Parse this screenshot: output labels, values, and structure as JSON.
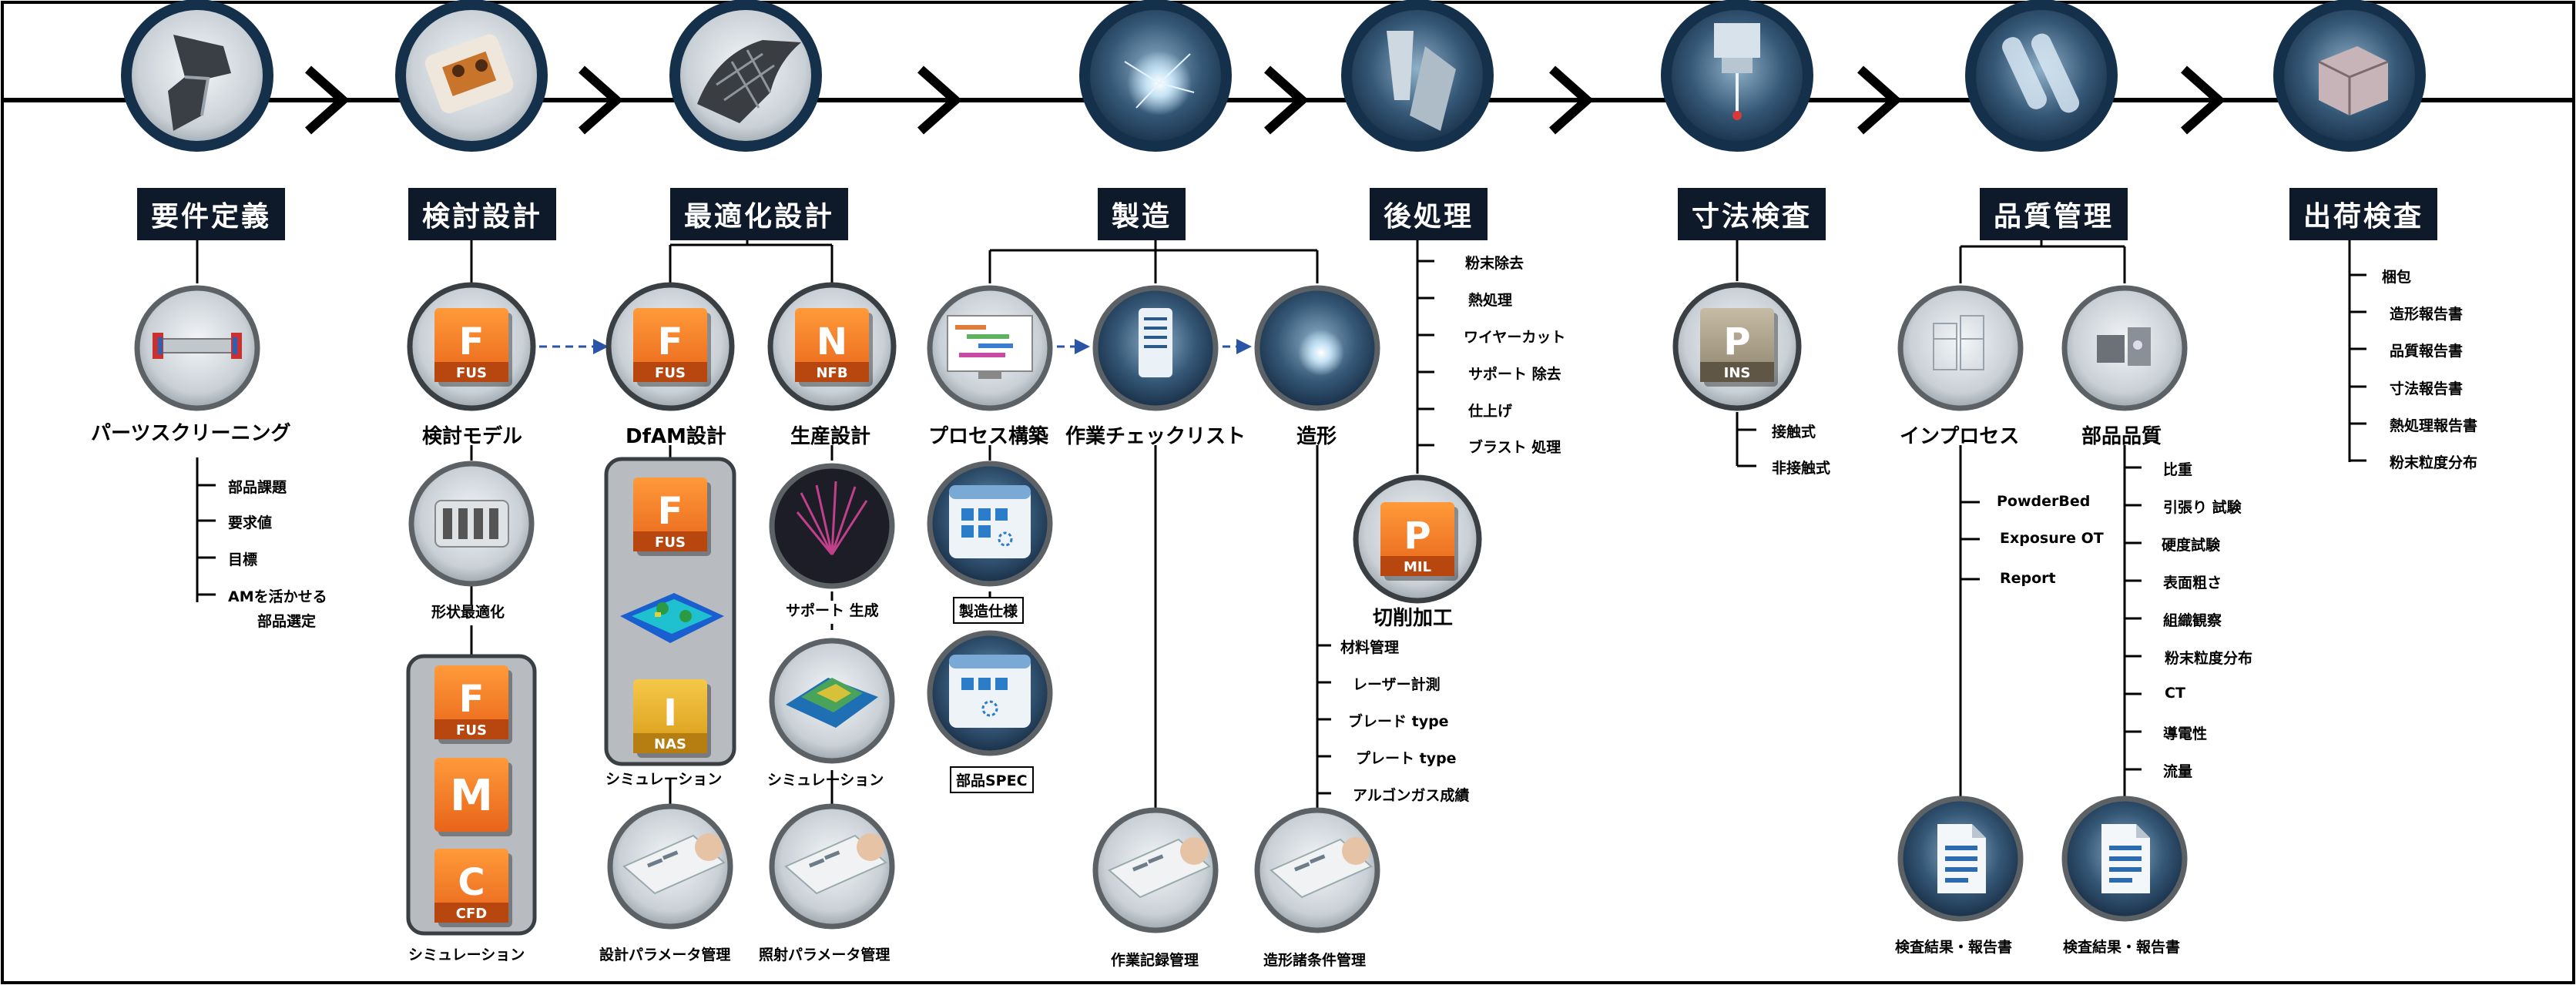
{
  "stages": [
    {
      "key": "requirement",
      "label": "要件定義"
    },
    {
      "key": "study",
      "label": "検討設計"
    },
    {
      "key": "optimize",
      "label": "最適化設計"
    },
    {
      "key": "manufacture",
      "label": "製造"
    },
    {
      "key": "post",
      "label": "後処理"
    },
    {
      "key": "dimension",
      "label": "寸法検査"
    },
    {
      "key": "quality",
      "label": "品質管理"
    },
    {
      "key": "shipping",
      "label": "出荷検査"
    }
  ],
  "apps": {
    "fus": {
      "letter": "F",
      "code": "FUS"
    },
    "nfb": {
      "letter": "N",
      "code": "NFB"
    },
    "nas": {
      "letter": "I",
      "code": "NAS"
    },
    "m": {
      "letter": "M"
    },
    "cfd": {
      "letter": "C",
      "code": "CFD"
    },
    "ins": {
      "letter": "P",
      "code": "INS"
    },
    "mil": {
      "letter": "P",
      "code": "MIL"
    }
  },
  "requirement": {
    "title": "パーツスクリーニング",
    "items": [
      "部品課題",
      "要求値",
      "目標",
      "AMを活かせる",
      "部品選定"
    ]
  },
  "study": {
    "model": "検討モデル",
    "shape_opt": "形状最適化",
    "simulation": "シミュレーション"
  },
  "optimize": {
    "dfam": "DfAM設計",
    "dfam_sim": "シミュレーション",
    "design_param": "設計パラメータ管理",
    "production": "生産設計",
    "support": "サポート 生成",
    "prod_sim": "シミュレーション",
    "irradiation": "照射パラメータ管理"
  },
  "manufacture": {
    "process": "プロセス構築",
    "spec1": "製造仕様",
    "spec2": "部品SPEC",
    "checklist": "作業チェックリスト",
    "work_record": "作業記録管理",
    "build": "造形",
    "build_items": [
      "材料管理",
      "レーザー計測",
      "ブレード type",
      "プレート type",
      "アルゴンガス成績"
    ],
    "build_record": "造形諸条件管理"
  },
  "post": {
    "items": [
      "粉末除去",
      "熱処理",
      "ワイヤーカット",
      "サポート 除去",
      "仕上げ",
      "ブラスト 処理"
    ],
    "cutting": "切削加工"
  },
  "dimension": {
    "items": [
      "接触式",
      "非接触式"
    ]
  },
  "quality": {
    "inprocess": "インプロセス",
    "inprocess_items": [
      "PowderBed",
      "Exposure OT",
      "Report"
    ],
    "parts": "部品品質",
    "parts_items": [
      "比重",
      "引張り 試験",
      "硬度試験",
      "表面粗さ",
      "組織観察",
      "粉末粒度分布",
      "CT",
      "導電性",
      "流量"
    ],
    "report1": "検査結果・報告書",
    "report2": "検査結果・報告書"
  },
  "shipping": {
    "items": [
      "梱包",
      "造形報告書",
      "品質報告書",
      "寸法報告書",
      "熱処理報告書",
      "粉末粒度分布"
    ]
  }
}
